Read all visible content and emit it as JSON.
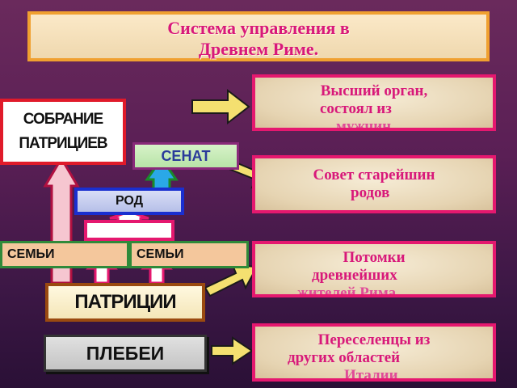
{
  "title": {
    "line1": "Система  управления в",
    "line2": "Древнем Риме."
  },
  "hierarchy": {
    "sobranie_line1": "СОБРАНИЕ",
    "sobranie_line2": "ПАТРИЦИЕВ",
    "senat": "СЕНАТ",
    "rod": "РОД",
    "semya1": "СЕМЬИ",
    "semya2": "СЕМЬИ",
    "patricii": "ПАТРИЦИИ",
    "plebei": "ПЛЕБЕИ"
  },
  "descriptions": {
    "sobranie": [
      "Высший орган,",
      "состоял из",
      "мужчин"
    ],
    "senat": [
      "Совет старейшин",
      "родов"
    ],
    "patricii": [
      "Потомки",
      "древнейших",
      "жителей Рима"
    ],
    "plebei": [
      "Переселенцы из",
      "других областей",
      "Италии"
    ]
  },
  "colors": {
    "accent_text": "#d8187a",
    "desc_border": "#e5186f",
    "arrow_fill": "#f4e070"
  }
}
